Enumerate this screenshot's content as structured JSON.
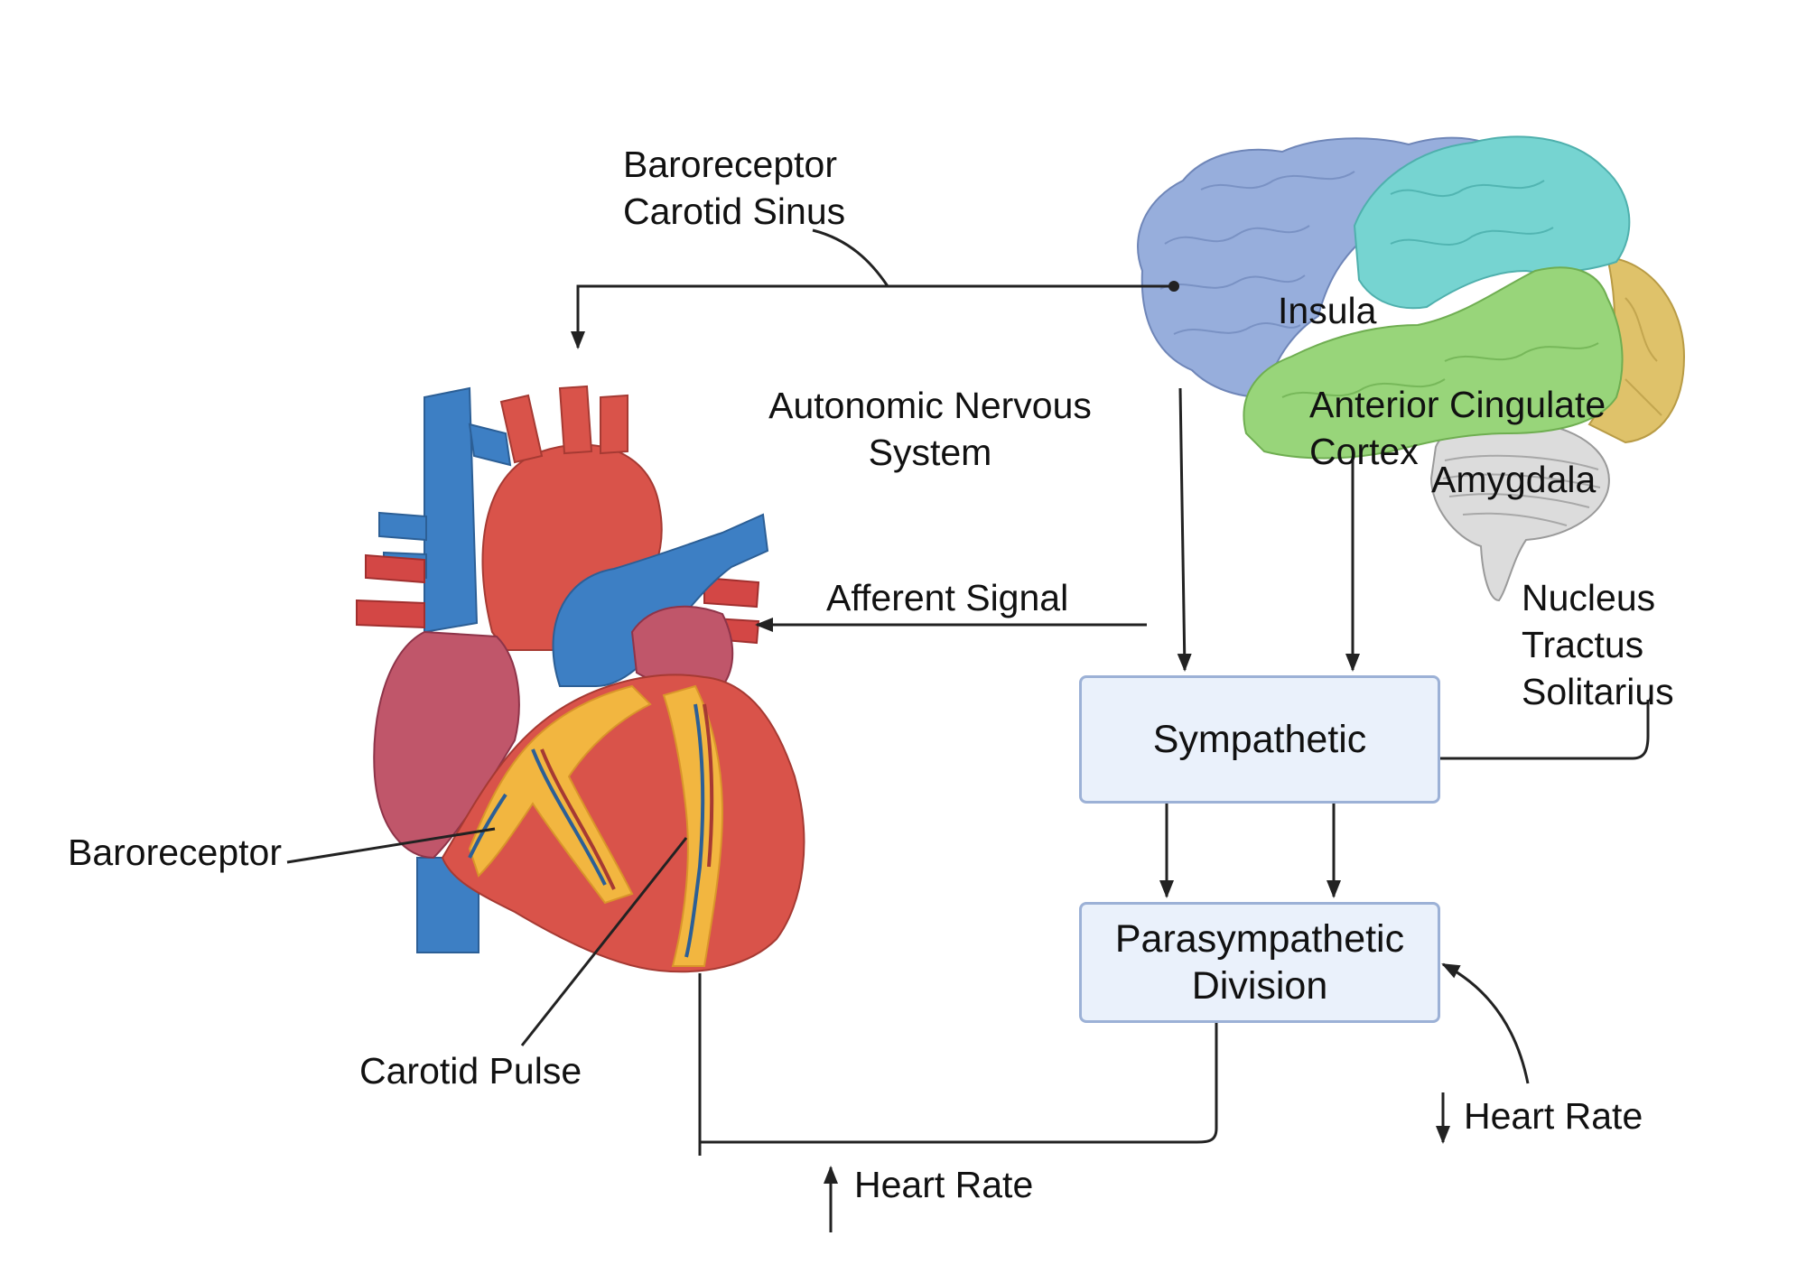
{
  "labels": {
    "baroreceptor_carotid_sinus": [
      "Baroreceptor",
      "Carotid Sinus"
    ],
    "insula": "Insula",
    "autonomic_nervous_system": [
      "Autonomic Nervous",
      "System"
    ],
    "anterior_cingulate_cortex": [
      "Anterior Cingulate",
      "Cortex"
    ],
    "amygdala": "Amygdala",
    "afferent_signal": "Afferent Signal",
    "nucleus_tractus_solitarius": [
      "Nucleus",
      "Tractus",
      "Solitarius"
    ],
    "baroreceptor": "Baroreceptor",
    "carotid_pulse": "Carotid Pulse",
    "heart_rate_up": "Heart Rate",
    "heart_rate_down": "Heart Rate"
  },
  "boxes": {
    "sympathetic": "Sympathetic",
    "parasympathetic": [
      "Parasympathetic",
      "Division"
    ]
  },
  "colors": {
    "box_fill": "#eaf1fb",
    "box_border": "#9cb1d6",
    "frontal_lobe": "#97aedc",
    "parietal_lobe": "#76d4d1",
    "occipital_lobe": "#dfc26a",
    "temporal_lobe": "#98d57a",
    "cerebellum": "#dcdcdc",
    "heart_red": "#d9534a",
    "heart_blue": "#3d7fc4",
    "coronary_fat": "#f2b640"
  }
}
